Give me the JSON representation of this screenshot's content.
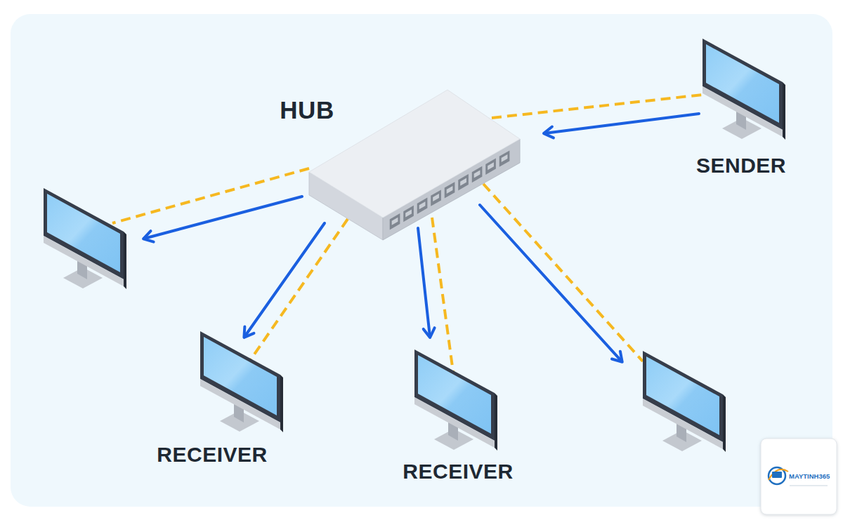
{
  "diagram": {
    "nodes": [
      {
        "text": [
          "HUB"
        ]
      },
      {
        "text": [
          "SENDER"
        ]
      },
      {
        "text": []
      },
      {
        "text": [
          "RECEIVER"
        ]
      },
      {
        "text": [
          "RECEIVER"
        ]
      },
      {
        "text": []
      }
    ],
    "edges": [
      {
        "from": 0,
        "to": 1,
        "arrow": "none"
      },
      {
        "from": 0,
        "to": 2,
        "arrow": "none"
      },
      {
        "from": 0,
        "to": 3,
        "arrow": "none"
      },
      {
        "from": 0,
        "to": 4,
        "arrow": "none"
      },
      {
        "from": 0,
        "to": 5,
        "arrow": "none"
      },
      {
        "from": 1,
        "to": 0,
        "arrow": "to"
      },
      {
        "from": 0,
        "to": 2,
        "arrow": "to"
      },
      {
        "from": 0,
        "to": 3,
        "arrow": "to"
      },
      {
        "from": 0,
        "to": 4,
        "arrow": "to"
      },
      {
        "from": 0,
        "to": 5,
        "arrow": "to"
      }
    ],
    "labels": [
      "MAYTINH365"
    ]
  }
}
